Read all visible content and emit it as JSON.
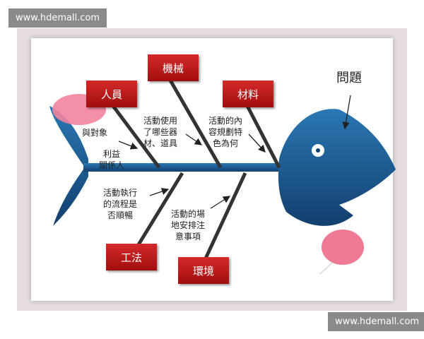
{
  "watermark": {
    "top": "www.hdemall.com",
    "bottom": "www.hdemall.com"
  },
  "diagram": {
    "problem": "問題",
    "categories": {
      "people": "人員",
      "machine": "機械",
      "material": "材料",
      "method": "工法",
      "environment": "環境"
    },
    "notes": {
      "participants": "與對象",
      "stakeholders": "利益\n關係人",
      "equipment": "活動使用\n了哪些器\n材、道具",
      "content": "活動的內\n容規劃特\n色為何",
      "process": "活動執行\n的流程是\n否順暢",
      "venue": "活動的場\n地安排注\n意事項"
    },
    "colors": {
      "fish": "#1d5e96",
      "box": "#c01b1b",
      "balloon": "#f07a95"
    }
  }
}
